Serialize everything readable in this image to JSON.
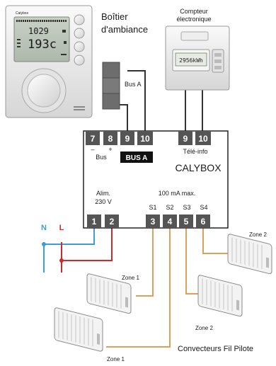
{
  "thermostat": {
    "brand": "Calybox",
    "lcd_top": "1029",
    "lcd_main": "193c",
    "caption_line1": "Boîtier",
    "caption_line2": "d'ambiance"
  },
  "meter": {
    "title_line1": "Compteur",
    "title_line2": "électronique",
    "display": "2956kWh"
  },
  "bus_a_label": "Bus A",
  "calybox": {
    "name": "CALYBOX",
    "top_terminals": [
      "7",
      "8",
      "9",
      "10"
    ],
    "right_top_terminals": [
      "9",
      "10"
    ],
    "bus_label": "Bus",
    "bus_minus": "–",
    "bus_plus": "+",
    "bus_a_badge": "BUS A",
    "tele_info": "Télé-info",
    "alim_line1": "Alim.",
    "alim_line2": "230 V",
    "output_max": "100 mA max.",
    "outputs": [
      "S1",
      "S2",
      "S3",
      "S4"
    ],
    "bottom_terminals": [
      "1",
      "2",
      "3",
      "4",
      "5",
      "6"
    ]
  },
  "power": {
    "neutral": "N",
    "live": "L"
  },
  "zones": {
    "zone1_a": "Zone 1",
    "zone1_b": "Zone 1",
    "zone2_a": "Zone 2",
    "zone2_b": "Zone 2"
  },
  "footer": "Convecteurs Fil Pilote",
  "colors": {
    "terminal": "#555555",
    "bus_a_badge": "#111111",
    "neutral_wire": "#3b9fd6",
    "live_wire": "#cc2b2b",
    "pilot_wire": "#d9a15a",
    "signal_wire": "#333333"
  }
}
